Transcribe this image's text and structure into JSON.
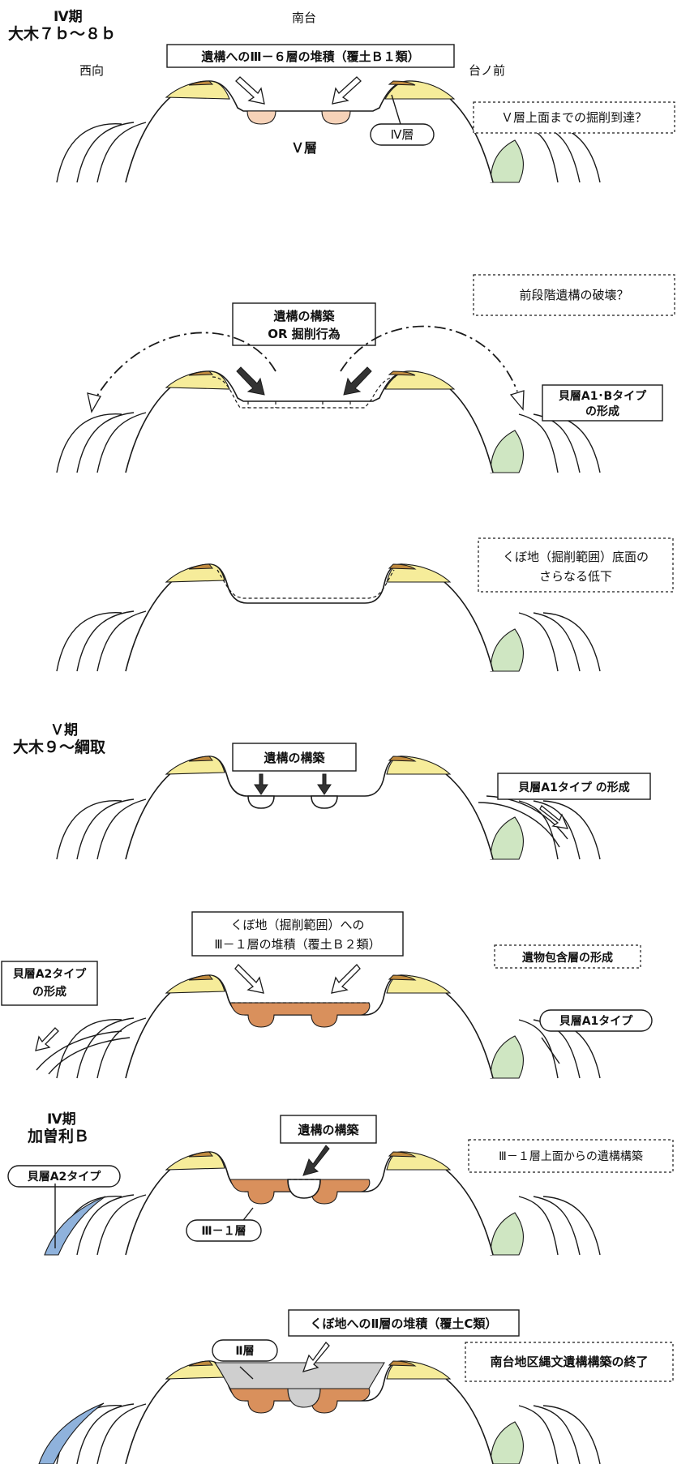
{
  "labels": {
    "s1_period": "Ⅳ期",
    "s1_phase": "大木７ｂ～８ｂ",
    "s1_south": "南台",
    "s1_west": "西向",
    "s1_front": "台ノ前",
    "s1_box": "遺構へのⅢ－６層の堆積（覆土Ｂ１類）",
    "s1_note": "Ｖ層上面までの掘削到達？",
    "s1_layer_iv": "Ⅳ層",
    "s1_layer_v": "Ｖ層",
    "s2_note": "前段階遺構の破壊？",
    "s2_box_line1": "遺構の構築",
    "s2_box_line2": "OR 掘削行為",
    "s2_shell_line1": "貝層A1･Bタイプ",
    "s2_shell_line2": "の形成",
    "s3_note_line1": "くぼ地（掘削範囲）底面の",
    "s3_note_line2": "さらなる低下",
    "s4_period": "Ｖ期",
    "s4_phase": "大木９～綱取",
    "s4_box": "遺構の構築",
    "s4_shell": "貝層A1タイプ の形成",
    "s5_box_line1": "くぼ地（掘削範囲）への",
    "s5_box_line2": "Ⅲ－１層の堆積（覆土Ｂ２類）",
    "s5_note": "遺物包含層の形成",
    "s5_left_line1": "貝層A2タイプ",
    "s5_left_line2": "の形成",
    "s5_shell": "貝層A1タイプ",
    "s6_period": "Ⅳ期",
    "s6_phase": "加曽利Ｂ",
    "s6_box": "遺構の構築",
    "s6_note": "Ⅲ－１層上面からの遺構構築",
    "s6_shell": "貝層A2タイプ",
    "s6_layer": "Ⅲ－１層",
    "s7_box": "くぼ地へのⅡ層の堆積（覆土C類）",
    "s7_layer": "Ⅱ層",
    "s7_note": "南台地区縄文遺構構築の終了"
  },
  "colors": {
    "yellow_layer": "#f6ec9a",
    "brown_layer": "#c08a3e",
    "green_shell": "#cfe6c2",
    "pink_feature": "#f6d2b8",
    "orange_fill": "#d9905c",
    "gray_fill": "#cfcfcf",
    "blue_shell": "#8fb2dc"
  }
}
